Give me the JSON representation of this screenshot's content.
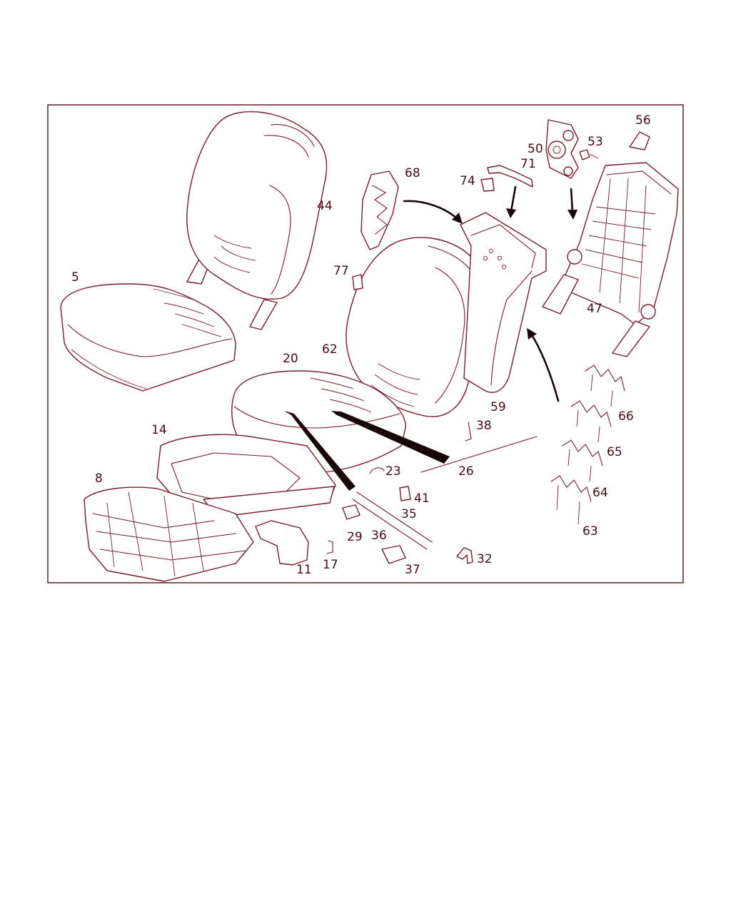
{
  "diagram": {
    "colors": {
      "line": "#7a1a2c",
      "frame": "#5a0e1c",
      "arrow": "#1a0508",
      "label": "#4a0a16"
    },
    "part_labels": {
      "p5": "5",
      "p8": "8",
      "p11": "11",
      "p14": "14",
      "p17": "17",
      "p20": "20",
      "p23": "23",
      "p26": "26",
      "p29": "29",
      "p32": "32",
      "p35": "35",
      "p36": "36",
      "p37": "37",
      "p38": "38",
      "p41": "41",
      "p44": "44",
      "p47": "47",
      "p50": "50",
      "p53": "53",
      "p56": "56",
      "p59": "59",
      "p62": "62",
      "p63": "63",
      "p64": "64",
      "p65": "65",
      "p66": "66",
      "p68": "68",
      "p71": "71",
      "p74": "74",
      "p77": "77"
    }
  }
}
